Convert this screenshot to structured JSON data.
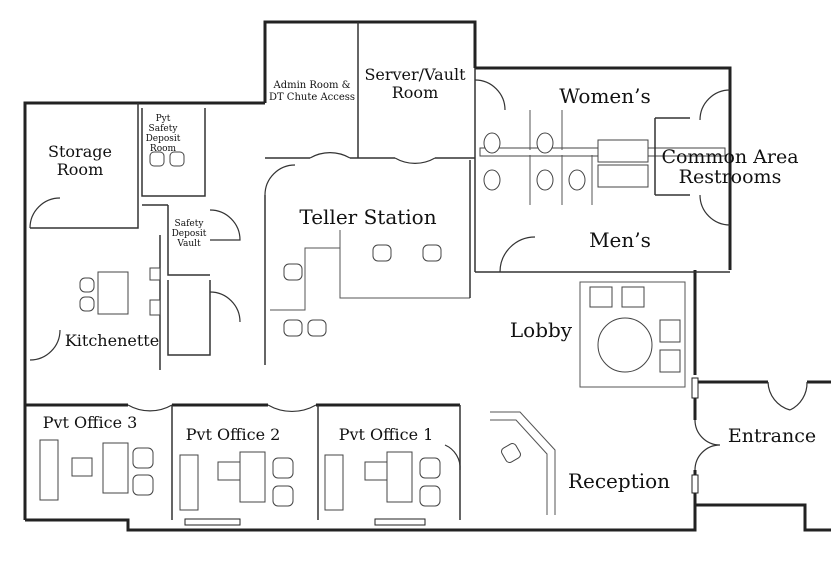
{
  "floorplan": {
    "rooms": {
      "admin_room": "Admin Room &",
      "admin_room_2": "DT Chute Access",
      "server_vault": "Server/Vault",
      "server_vault_2": "Room",
      "womens": "Women’s",
      "mens": "Men’s",
      "common_area": "Common Area",
      "common_area_2": "Restrooms",
      "storage": "Storage",
      "storage_2": "Room",
      "pvt_deposit_1": "Pyt",
      "pvt_deposit_2": "Safety",
      "pvt_deposit_3": "Deposit",
      "pvt_deposit_4": "Room",
      "safety_vault_1": "Safety",
      "safety_vault_2": "Deposit",
      "safety_vault_3": "Vault",
      "teller": "Teller Station",
      "kitchenette": "Kitchenette",
      "lobby": "Lobby",
      "pvt_office_3": "Pvt Office 3",
      "pvt_office_2": "Pvt Office 2",
      "pvt_office_1": "Pvt Office 1",
      "reception": "Reception",
      "entrance": "Entrance"
    }
  }
}
